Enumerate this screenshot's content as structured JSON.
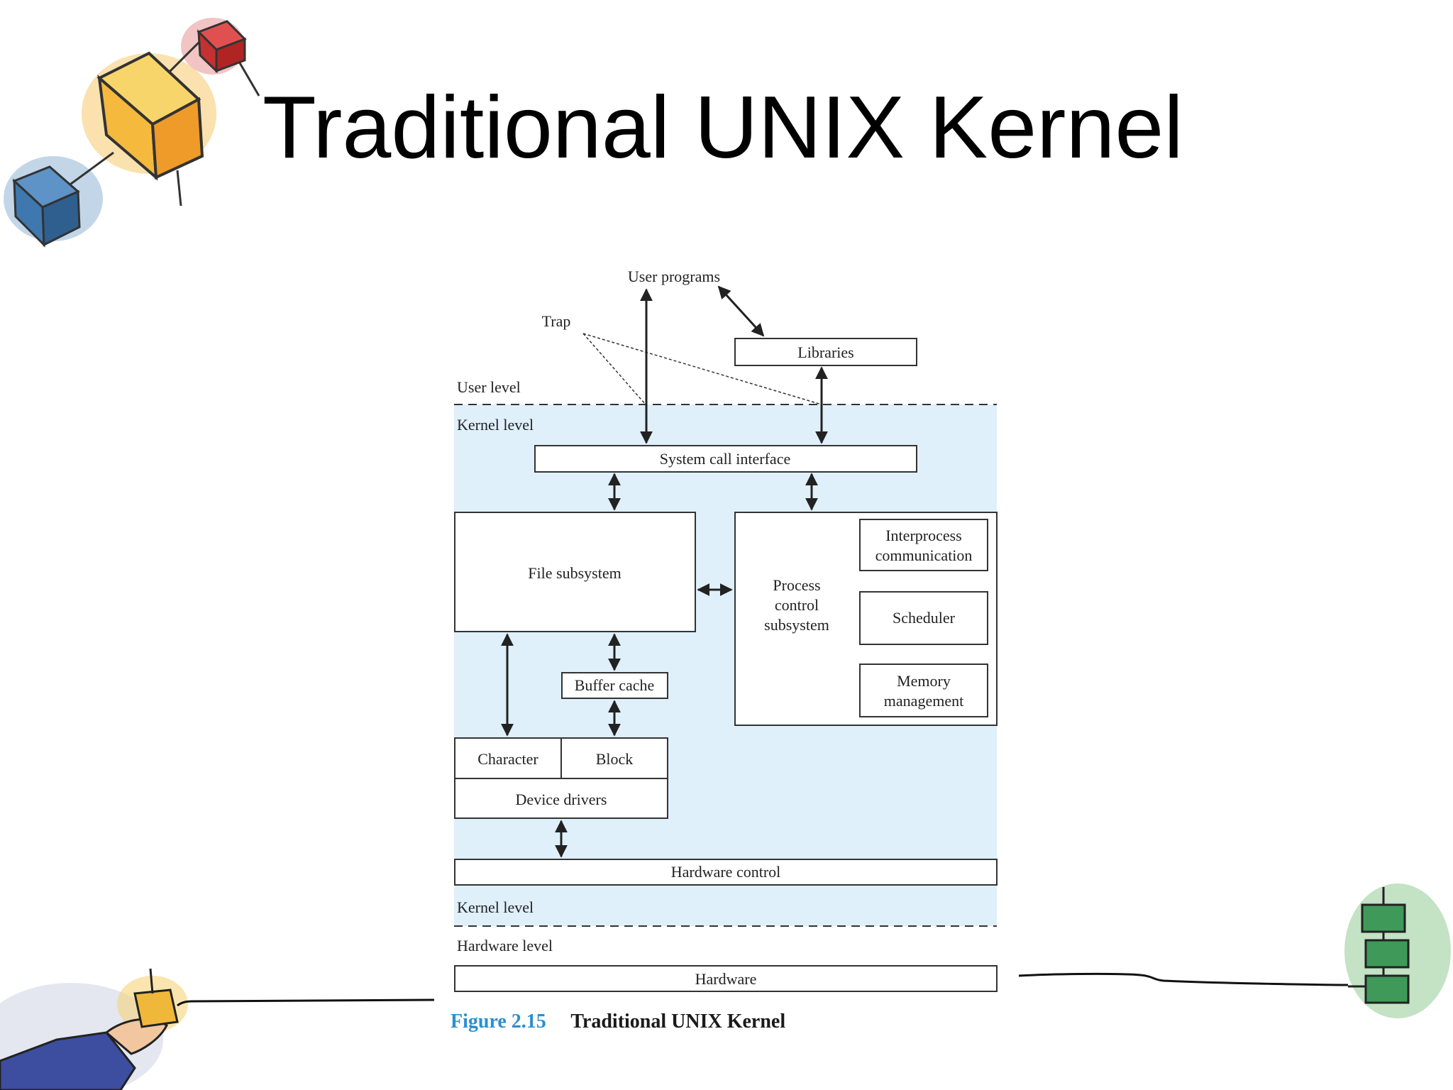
{
  "slide": {
    "title": "Traditional UNIX Kernel"
  },
  "diagram": {
    "user_programs": "User programs",
    "trap": "Trap",
    "libraries": "Libraries",
    "user_level": "User level",
    "kernel_level_top": "Kernel level",
    "system_call_interface": "System call interface",
    "file_subsystem": "File subsystem",
    "process_control": [
      "Process",
      "control",
      "subsystem"
    ],
    "ipc": [
      "Interprocess",
      "communication"
    ],
    "scheduler": "Scheduler",
    "memory_management": [
      "Memory",
      "management"
    ],
    "buffer_cache": "Buffer cache",
    "character": "Character",
    "block": "Block",
    "device_drivers": "Device drivers",
    "hardware_control": "Hardware control",
    "kernel_level_bottom": "Kernel level",
    "hardware_level": "Hardware level",
    "hardware": "Hardware"
  },
  "caption": {
    "figure_number": "Figure 2.15",
    "figure_title": "Traditional UNIX Kernel"
  },
  "colors": {
    "kernel_band": "#dff0fb",
    "caption_accent": "#2a8fd0"
  }
}
